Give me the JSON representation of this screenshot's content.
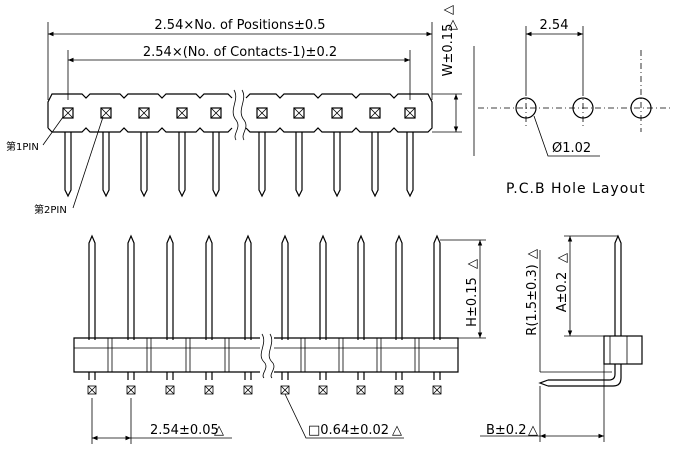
{
  "top_view": {
    "overall_length_label": "2.54×No. of Positions±0.5",
    "contact_span_label": "2.54×(No. of Contacts-1)±0.2",
    "width_label": "W±0.15",
    "pin1_label": "第1PIN",
    "pin2_label": "第2PIN"
  },
  "pcb_layout": {
    "pitch_label": "2.54",
    "hole_label": "Ø1.02",
    "title": "P.C.B Hole Layout"
  },
  "front_view": {
    "pitch_label": "2.54±0.05",
    "pin_square_label": "□0.64±0.02",
    "height_label": "H±0.15"
  },
  "side_view": {
    "radius_label": "R(1.5±0.3)",
    "a_label": "A±0.2",
    "b_label": "B±0.2"
  },
  "triangle_symbol": "△"
}
